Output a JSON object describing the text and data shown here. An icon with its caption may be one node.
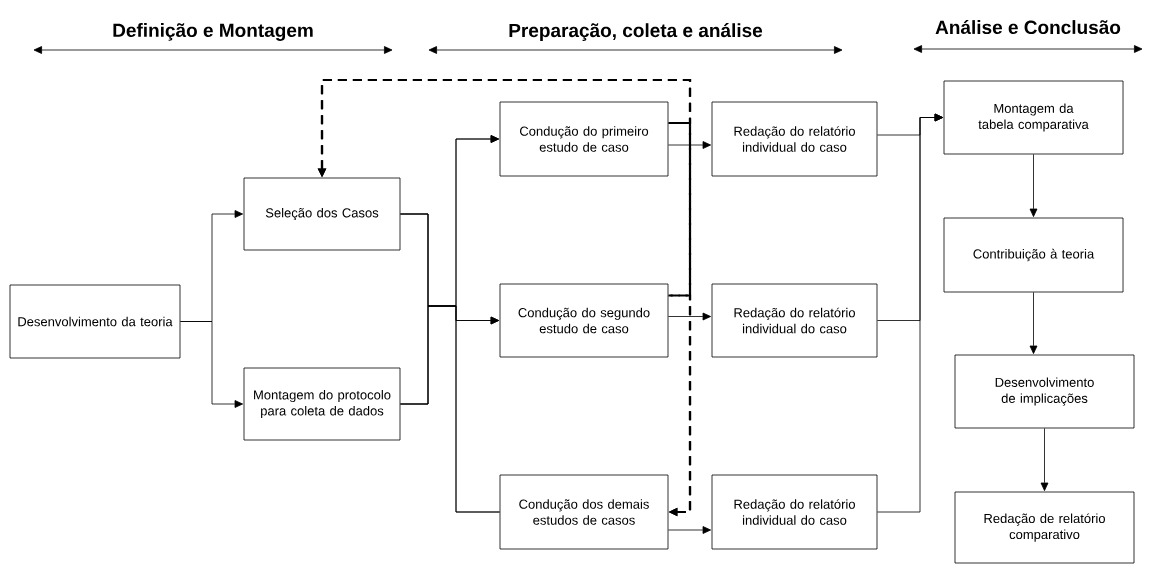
{
  "diagram": {
    "nodes": [
      {
        "text": [
          "Desenvolvimento da teoria"
        ]
      },
      {
        "text": [
          "Seleção dos Casos"
        ]
      },
      {
        "text": [
          "Montagem do protocolo para coleta de dados"
        ]
      },
      {
        "text": [
          "Condução do primeiro estudo de caso"
        ]
      },
      {
        "text": [
          "Condução do segundo estudo de caso"
        ]
      },
      {
        "text": [
          "Condução dos demais estudos de casos"
        ]
      },
      {
        "text": [
          "Redação do relatório individual do caso"
        ]
      },
      {
        "text": [
          "Redação do relatório individual do caso"
        ]
      },
      {
        "text": [
          "Redação do relatório individual do caso"
        ]
      },
      {
        "text": [
          "Montagem da tabela comparativa"
        ]
      },
      {
        "text": [
          "Contribuição à teoria"
        ]
      },
      {
        "text": [
          "Desenvolvimento de implicações"
        ]
      },
      {
        "text": [
          "Redação de relatório comparativo"
        ]
      }
    ],
    "edges": [
      {
        "from": 0,
        "to": 1,
        "arrow": "to"
      },
      {
        "from": 0,
        "to": 2,
        "arrow": "to"
      },
      {
        "from": 1,
        "to": 3,
        "arrow": "to"
      },
      {
        "from": 1,
        "to": 4,
        "arrow": "to"
      },
      {
        "from": 1,
        "to": 5,
        "arrow": "none"
      },
      {
        "from": 2,
        "to": 3,
        "arrow": "to"
      },
      {
        "from": 2,
        "to": 4,
        "arrow": "to"
      },
      {
        "from": 2,
        "to": 5,
        "arrow": "none"
      },
      {
        "from": 3,
        "to": 6,
        "arrow": "to"
      },
      {
        "from": 4,
        "to": 7,
        "arrow": "to"
      },
      {
        "from": 5,
        "to": 8,
        "arrow": "to"
      },
      {
        "from": 6,
        "to": 9,
        "arrow": "to"
      },
      {
        "from": 7,
        "to": 9,
        "arrow": "to"
      },
      {
        "from": 8,
        "to": 9,
        "arrow": "to"
      },
      {
        "from": 9,
        "to": 10,
        "arrow": "to"
      },
      {
        "from": 10,
        "to": 11,
        "arrow": "to"
      },
      {
        "from": 11,
        "to": 12,
        "arrow": "to"
      },
      {
        "from": 3,
        "to": 1,
        "arrow": "to",
        "style": "dashed"
      },
      {
        "from": 4,
        "to": 1,
        "arrow": "to",
        "style": "dashed"
      },
      {
        "from": 3,
        "to": 5,
        "arrow": "to",
        "style": "dashed"
      },
      {
        "from": 4,
        "to": 5,
        "arrow": "to",
        "style": "dashed"
      }
    ],
    "labels": [
      "Definição e Montagem",
      "Preparação, coleta e análise",
      "Análise e Conclusão"
    ]
  }
}
